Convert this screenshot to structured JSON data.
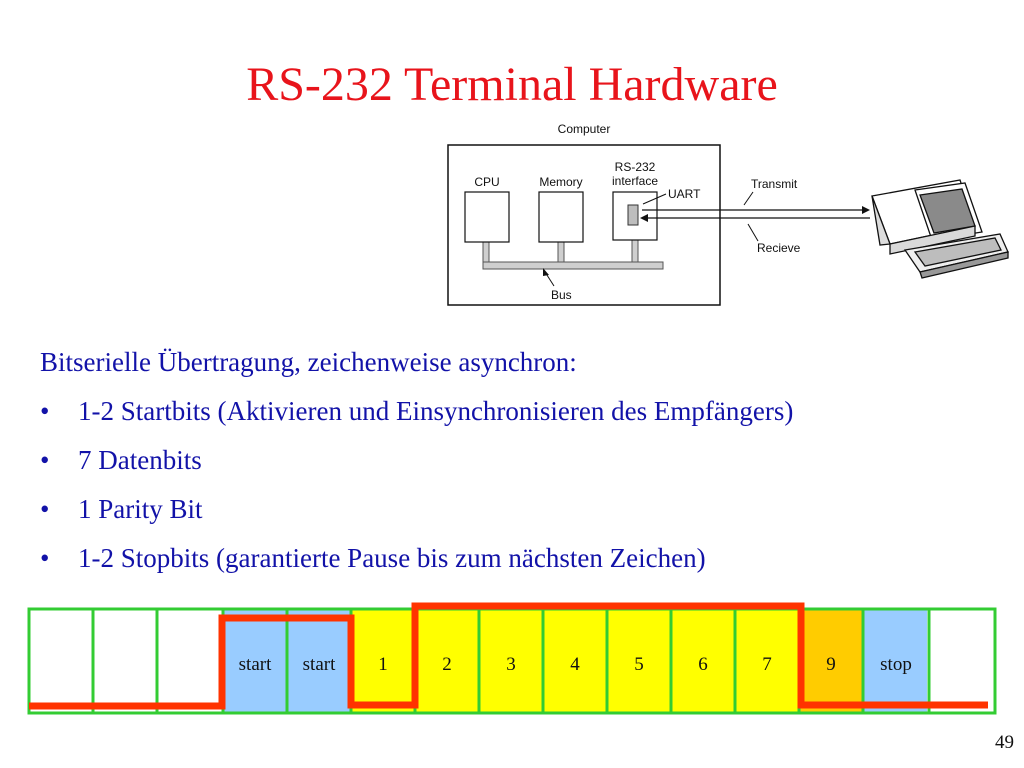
{
  "title": "RS-232 Terminal Hardware",
  "diagram": {
    "computer_label": "Computer",
    "cpu_label": "CPU",
    "memory_label": "Memory",
    "interface_label_line1": "RS-232",
    "interface_label_line2": "interface",
    "uart_label": "UART",
    "transmit_label": "Transmit",
    "receive_label": "Recieve",
    "bus_label": "Bus"
  },
  "text": {
    "intro": "Bitserielle Übertragung, zeichenweise asynchron:",
    "bullet_symbol": "•",
    "bullets": [
      "1-2 Startbits (Aktivieren und Einsynchronisieren des Empfängers)",
      "7 Datenbits",
      "1 Parity Bit",
      "1-2 Stopbits (garantierte Pause bis zum nächsten Zeichen)"
    ]
  },
  "frame": {
    "cells": [
      "",
      "",
      "",
      "start",
      "start",
      "1",
      "2",
      "3",
      "4",
      "5",
      "6",
      "7",
      "9",
      "stop",
      ""
    ],
    "colors": {
      "idle": "#ffffff",
      "start": "#99ccff",
      "data": "#ffff00",
      "parity": "#ffcc00",
      "stop": "#99ccff",
      "grid": "#33cc33",
      "signal": "#ff3300"
    }
  },
  "page_number": "49"
}
